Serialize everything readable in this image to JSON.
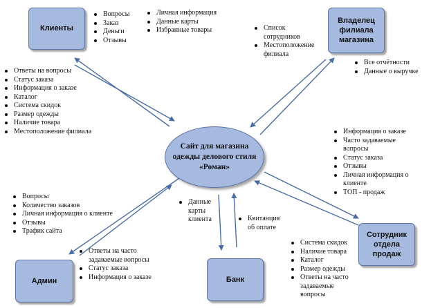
{
  "center": {
    "label": "Сайт для магазина одежды делового стиля «Роман»"
  },
  "nodes": {
    "clients": "Клиенты",
    "owner": "Владелец филиала магазина",
    "admin": "Админ",
    "bank": "Банк",
    "sales": "Сотрудник отдела продаж"
  },
  "lists": {
    "clients_top_1": [
      "Вопросы",
      "Заказ",
      "Деньги",
      "Отзывы"
    ],
    "clients_top_2": [
      "Личная информация",
      "Данные карты",
      "Избранные товары"
    ],
    "clients_left": [
      "Ответы на вопросы",
      "Статус заказа",
      "Информация о заказе",
      "Каталог",
      "Система скидок",
      "Размер одежды",
      "Наличие товара",
      "Местоположение филиала"
    ],
    "owner_left": [
      "Список сотрудников",
      "Местоположение филиала"
    ],
    "owner_right": [
      "Все отчётности",
      "Данные о выручке"
    ],
    "sales_top": [
      "Информация о заказе",
      "Часто задаваемые вопросы",
      "Статус заказа",
      "Отзывы",
      "Личная информация о клиенте",
      "ТОП - продаж"
    ],
    "sales_bottom": [
      "Система скидок",
      "Наличие товара",
      "Каталог",
      "Размер одежды",
      "Ответы на часто задаваемые вопросы"
    ],
    "admin_top": [
      "Вопросы",
      "Количество заказов",
      "Личная информация о клиенте",
      "Отзывы",
      "Трафик сайта"
    ],
    "admin_right": [
      "Ответы на часто задаваемые вопросы",
      "Статус заказа",
      "Информация о заказе"
    ],
    "bank_left": [
      "Данные карты клиента"
    ],
    "bank_right": [
      "Квитанция об оплате"
    ]
  },
  "colors": {
    "node_fill": "#a6b9de",
    "node_border": "#5b76a8",
    "arrow": "#4a6da7"
  }
}
